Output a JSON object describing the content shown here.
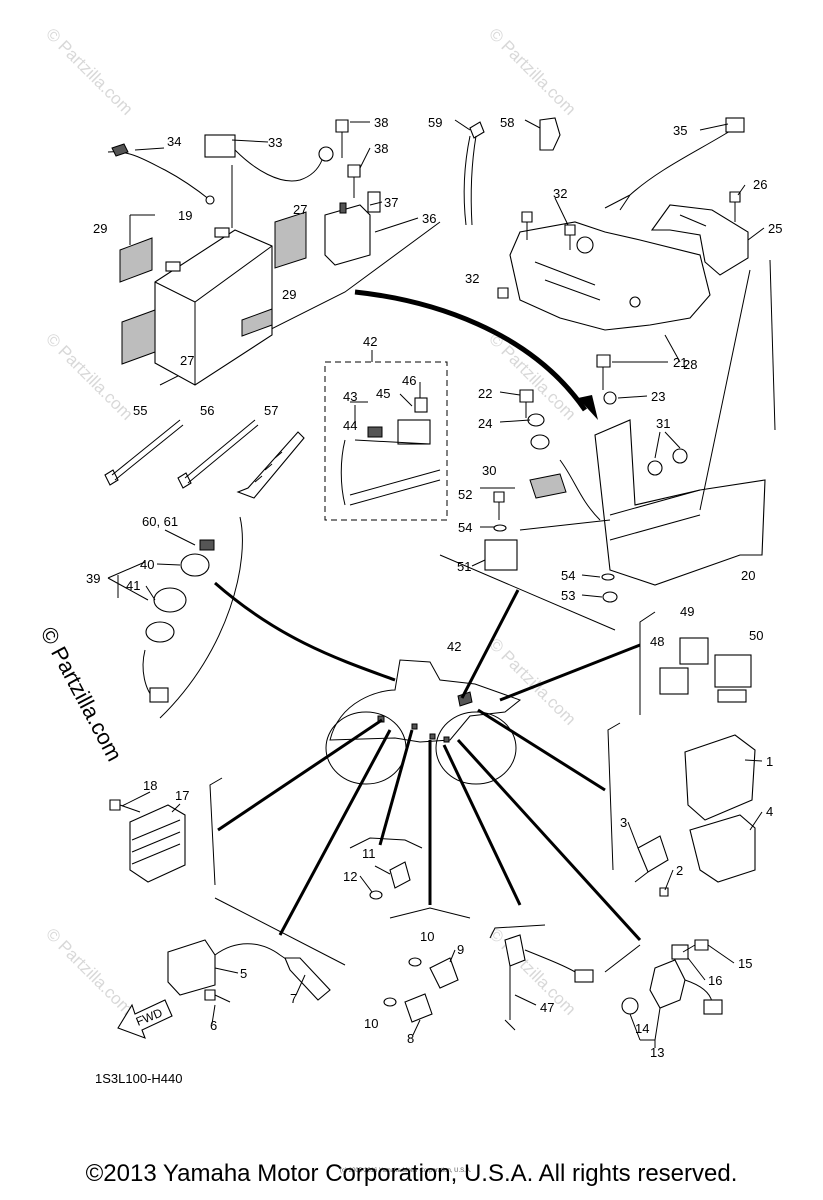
{
  "diagram": {
    "drawing_code": "1S3L100-H440",
    "fwd_label": "FWD",
    "side_watermark": "© Partzilla.com",
    "watermark": "© Partzilla.com",
    "tiny_copyright": "(c) 2005-2016 Yamaha Motor Corporation, U.S.A.",
    "callouts": {
      "c1": "1",
      "c2": "2",
      "c3": "3",
      "c4": "4",
      "c5": "5",
      "c6": "6",
      "c7": "7",
      "c8": "8",
      "c9": "9",
      "c10a": "10",
      "c10b": "10",
      "c11": "11",
      "c12": "12",
      "c13": "13",
      "c14": "14",
      "c15": "15",
      "c16": "16",
      "c17": "17",
      "c18": "18",
      "c19": "19",
      "c20": "20",
      "c21": "21",
      "c22": "22",
      "c23": "23",
      "c24": "24",
      "c25": "25",
      "c26": "26",
      "c27a": "27",
      "c27b": "27",
      "c28": "28",
      "c29a": "29",
      "c29b": "29",
      "c30": "30",
      "c31": "31",
      "c32a": "32",
      "c32b": "32",
      "c33": "33",
      "c34": "34",
      "c35": "35",
      "c36": "36",
      "c37": "37",
      "c38a": "38",
      "c38b": "38",
      "c39": "39",
      "c40": "40",
      "c41": "41",
      "c42a": "42",
      "c42b": "42",
      "c43": "43",
      "c44": "44",
      "c45": "45",
      "c46": "46",
      "c47": "47",
      "c48": "48",
      "c49": "49",
      "c50": "50",
      "c51": "51",
      "c52": "52",
      "c53": "53",
      "c54a": "54",
      "c54b": "54",
      "c55": "55",
      "c56": "56",
      "c57": "57",
      "c58": "58",
      "c59": "59",
      "c6061": "60, 61"
    }
  },
  "footer": {
    "copyright": "©2013 Yamaha Motor Corporation, U.S.A. All rights reserved."
  }
}
